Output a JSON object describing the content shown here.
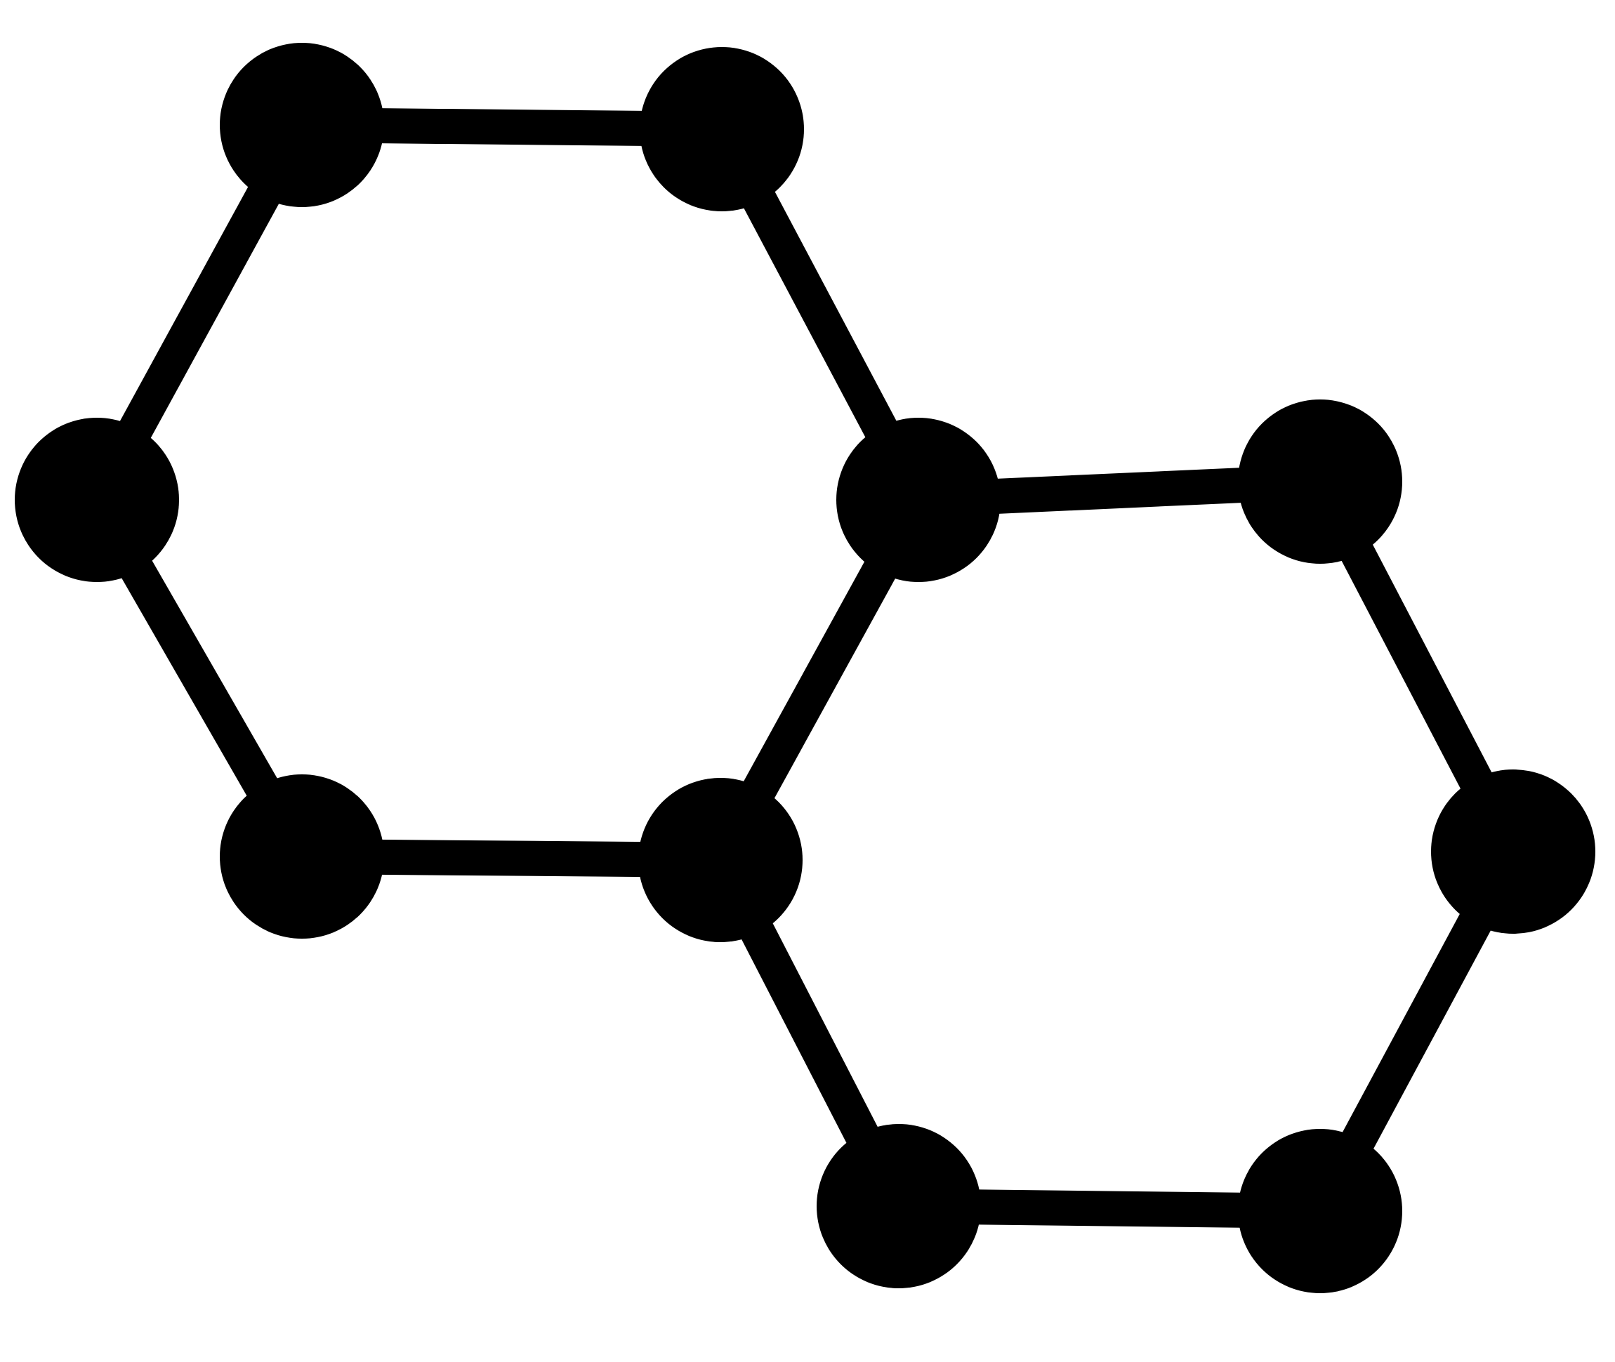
{
  "diagram": {
    "type": "fused-hexagon-network",
    "color": "#000000",
    "background": "#ffffff",
    "rings": [
      {
        "name": "ring-left",
        "nodes": [
          "n1",
          "n2",
          "n3",
          "n4",
          "n5",
          "n6"
        ]
      },
      {
        "name": "ring-right",
        "nodes": [
          "n3",
          "n7",
          "n8",
          "n9",
          "n10",
          "n4"
        ]
      }
    ],
    "nodes": [
      {
        "id": "n1"
      },
      {
        "id": "n2"
      },
      {
        "id": "n3"
      },
      {
        "id": "n4"
      },
      {
        "id": "n5"
      },
      {
        "id": "n6"
      },
      {
        "id": "n7"
      },
      {
        "id": "n8"
      },
      {
        "id": "n9"
      },
      {
        "id": "n10"
      }
    ],
    "edges": [
      [
        "n1",
        "n2"
      ],
      [
        "n2",
        "n3"
      ],
      [
        "n3",
        "n4"
      ],
      [
        "n4",
        "n5"
      ],
      [
        "n5",
        "n6"
      ],
      [
        "n6",
        "n1"
      ],
      [
        "n3",
        "n7"
      ],
      [
        "n7",
        "n8"
      ],
      [
        "n8",
        "n9"
      ],
      [
        "n9",
        "n10"
      ],
      [
        "n10",
        "n4"
      ]
    ]
  }
}
